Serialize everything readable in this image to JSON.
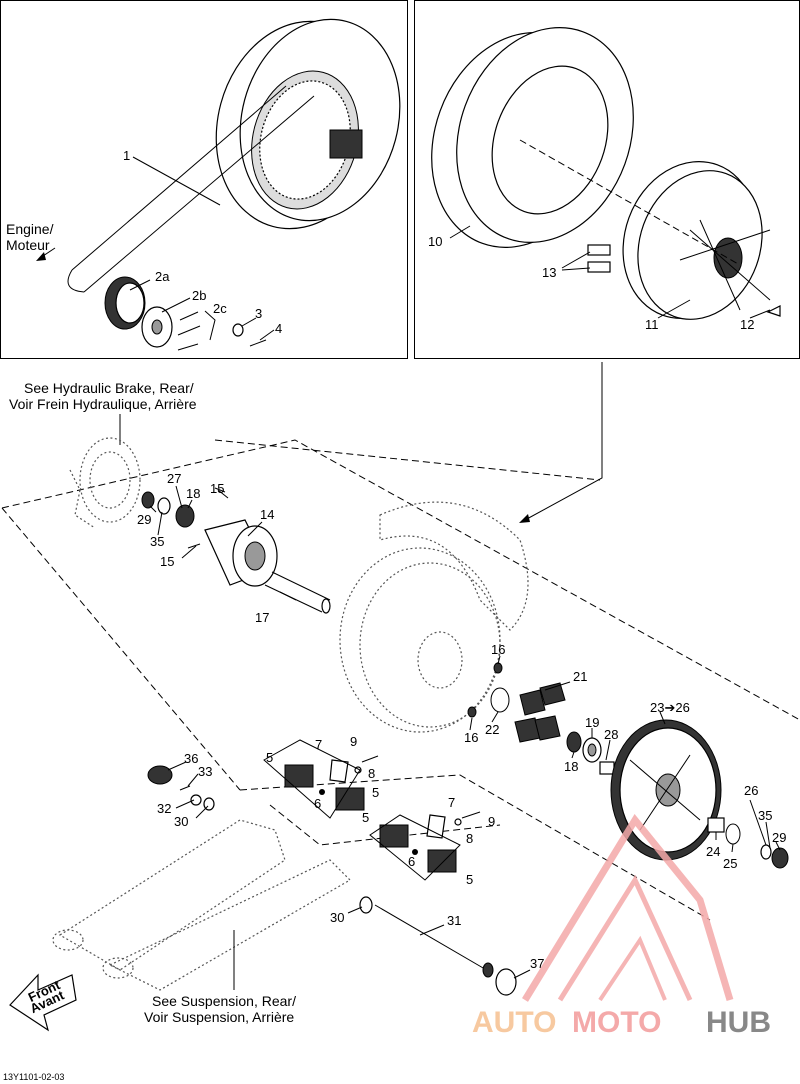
{
  "labels": {
    "p1": "1",
    "p2a": "2a",
    "p2b": "2b",
    "p2c": "2c",
    "p3": "3",
    "p4": "4",
    "p5a": "5",
    "p5b": "5",
    "p5c": "5",
    "p5d": "5",
    "p6a": "6",
    "p6b": "6",
    "p7a": "7",
    "p7b": "7",
    "p8a": "8",
    "p8b": "8",
    "p9a": "9",
    "p9b": "9",
    "p10": "10",
    "p11": "11",
    "p12": "12",
    "p13": "13",
    "p14": "14",
    "p15a": "15",
    "p15b": "15",
    "p16a": "16",
    "p16b": "16",
    "p17": "17",
    "p18a": "18",
    "p18b": "18",
    "p19": "19",
    "p21": "21",
    "p22": "22",
    "p2326": "23➔26",
    "p24": "24",
    "p25": "25",
    "p26": "26",
    "p27": "27",
    "p28": "28",
    "p29a": "29",
    "p29b": "29",
    "p30a": "30",
    "p30b": "30",
    "p31": "31",
    "p32": "32",
    "p33": "33",
    "p35a": "35",
    "p35b": "35",
    "p36": "36",
    "p37": "37"
  },
  "notes": {
    "engine_line1": "Engine/",
    "engine_line2": "Moteur",
    "brake_line1": "See Hydraulic Brake, Rear/",
    "brake_line2": "Voir Frein Hydraulique, Arrière",
    "susp_line1": "See Suspension, Rear/",
    "susp_line2": "Voir Suspension, Arrière",
    "front_line1": "Front",
    "front_line2": "Avant"
  },
  "watermark": {
    "part1": "AUTO",
    "part2": "MOTO",
    "part3": "HUB",
    "color_primary": "#f4a9a9",
    "color_secondary": "#f7c9a0",
    "color_dark": "#888888"
  },
  "footer": {
    "code": "13Y1101-02-03"
  }
}
